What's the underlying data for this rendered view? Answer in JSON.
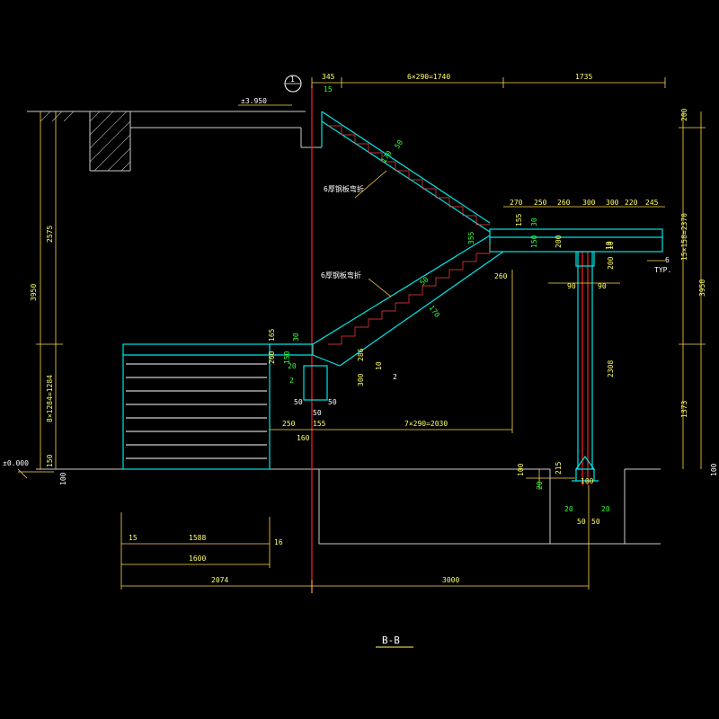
{
  "drawing": {
    "title": "B-B",
    "colors": {
      "background": "#000000",
      "structure": "#00e5e5",
      "dimension": "#ffd84a",
      "dimension_text": "#ffff66",
      "green_text": "#33ff33",
      "axis_red": "#ff2020",
      "white": "#ffffff",
      "ground": "#cccccc"
    }
  },
  "levels": {
    "top": "±3.950",
    "ground": "±0.000"
  },
  "axis": {
    "bubble": "1"
  },
  "labels": {
    "upper_plate": "6厚钢板弯折",
    "lower_plate": "6厚钢板弯折",
    "typ": "TYP.",
    "weld": "6"
  },
  "dims_top": {
    "d345": "345",
    "d15": "15",
    "run_upper": "6×290=1740",
    "d1735": "1735"
  },
  "dims_beam": [
    "270",
    "250",
    "260",
    "300",
    "300",
    "220",
    "245"
  ],
  "dims_right": {
    "d200": "200",
    "steps_upper": "15×158=2370",
    "total": "3950",
    "d1373": "1373",
    "d100": "100"
  },
  "dims_left": {
    "d2575": "2575",
    "total": "3950",
    "steps_lower": "8×1284=1284",
    "d150": "150",
    "d100": "100"
  },
  "dims_mid": {
    "d170a": "170",
    "d50a": "50",
    "d30a": "30",
    "d155": "155",
    "d150a": "150",
    "d200a": "200",
    "d10": "10",
    "d355": "355",
    "d50b": "50",
    "d170b": "170",
    "d260": "260",
    "d90a": "90",
    "d90b": "90",
    "d2308": "2308",
    "d200b": "200",
    "d10b": "10"
  },
  "dims_landing": {
    "d165": "165",
    "d30": "30",
    "d260": "260",
    "d150": "150",
    "d20": "20",
    "d2": "2",
    "d50a": "50",
    "d50b": "50",
    "d50c": "50",
    "d286": "286",
    "d300": "300",
    "d10": "10",
    "d2b": "2",
    "d250": "250",
    "d155": "155",
    "d160": "160",
    "run_lower": "7×290=2030"
  },
  "dims_foot": {
    "d100": "100",
    "d20": "20",
    "d215": "215",
    "d100b": "100",
    "d20a": "20",
    "d20b": "20",
    "d50a": "50",
    "d50b": "50"
  },
  "dims_bottom": {
    "d15": "15",
    "d1588": "1588",
    "d16": "16",
    "d1600": "1600",
    "d2074": "2074",
    "d3000": "3000"
  }
}
